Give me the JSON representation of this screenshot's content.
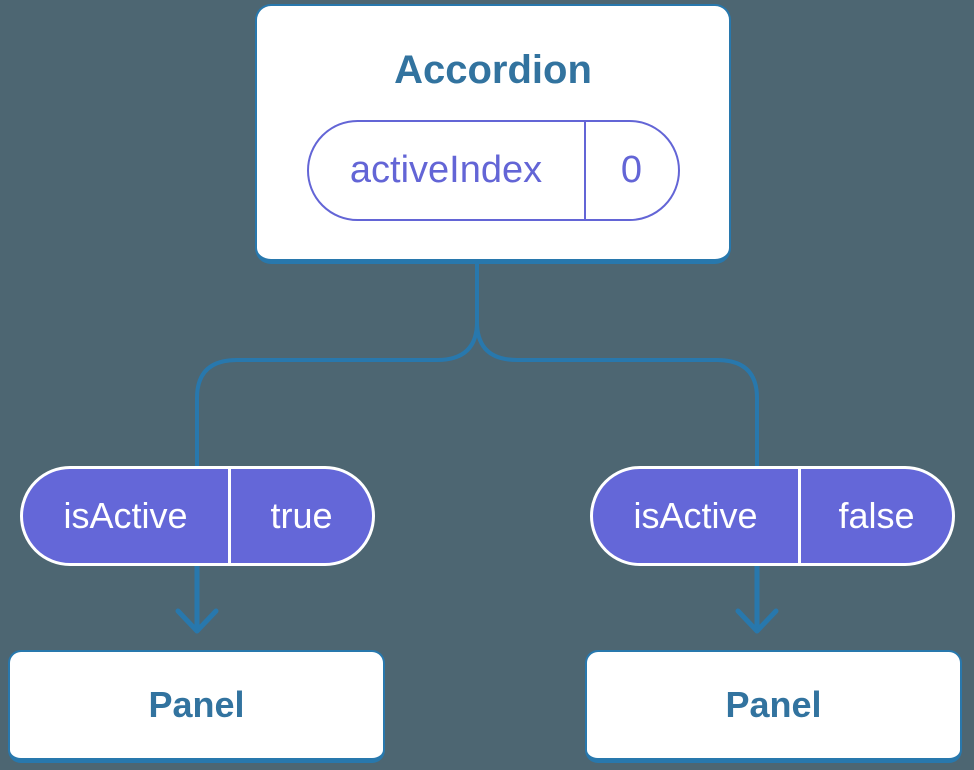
{
  "colors": {
    "background": "#4D6672",
    "line": "#2878AD",
    "purple_fill": "#6467D8",
    "purple_outline": "#6365D6",
    "purple_text": "#6365D6",
    "heading_text": "#32739F",
    "card_bg": "#FFFFFF",
    "pill_text": "#FFFFFF"
  },
  "accordion": {
    "title": "Accordion",
    "prop": {
      "name": "activeIndex",
      "value": "0"
    }
  },
  "children": [
    {
      "prop": {
        "name": "isActive",
        "value": "true"
      },
      "label": "Panel"
    },
    {
      "prop": {
        "name": "isActive",
        "value": "false"
      },
      "label": "Panel"
    }
  ]
}
